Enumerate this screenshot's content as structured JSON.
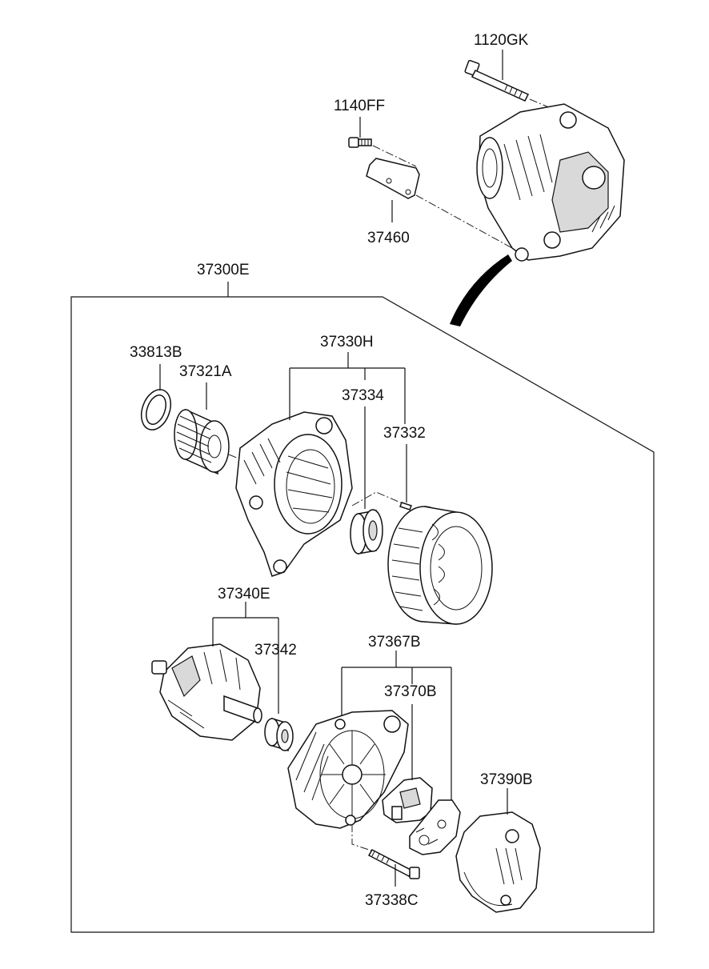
{
  "diagram": {
    "labels": {
      "bolt_1120GK": "1120GK",
      "bolt_1140FF": "1140FF",
      "bracket_37460": "37460",
      "assembly_37300E": "37300E",
      "ring_33813B": "33813B",
      "pulley_37321A": "37321A",
      "front_bracket_37330H": "37330H",
      "bearing_37334": "37334",
      "screw_37332": "37332",
      "rotor_37340E": "37340E",
      "bearing_37342": "37342",
      "rear_bracket_37367B": "37367B",
      "brush_holder_37370B": "37370B",
      "cover_37390B": "37390B",
      "bolt_37338C": "37338C"
    }
  }
}
